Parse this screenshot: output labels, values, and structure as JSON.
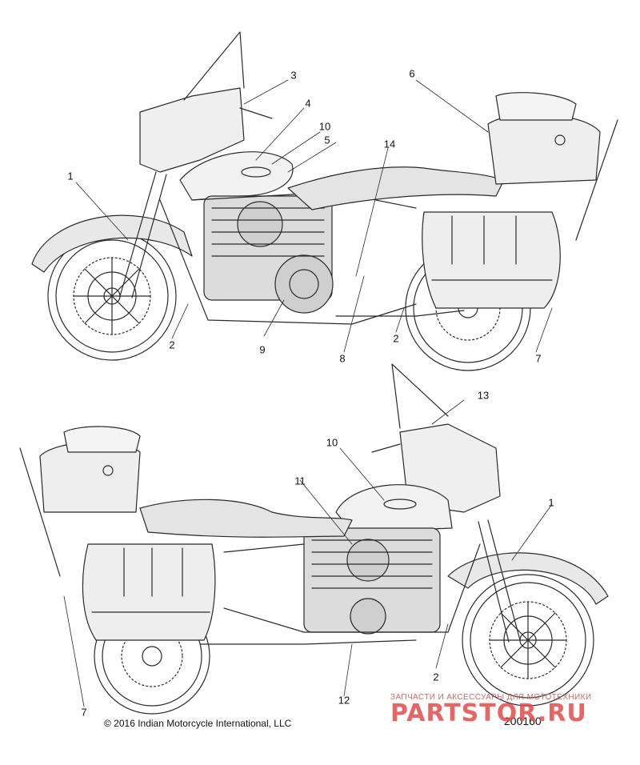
{
  "callouts": {
    "upper": {
      "c1": "1",
      "c2a": "2",
      "c2b": "2",
      "c3": "3",
      "c4": "4",
      "c5": "5",
      "c6": "6",
      "c7": "7",
      "c8": "8",
      "c9": "9",
      "c10": "10",
      "c14": "14"
    },
    "lower": {
      "c1": "1",
      "c2": "2",
      "c7": "7",
      "c10": "10",
      "c11": "11",
      "c12": "12",
      "c13": "13"
    }
  },
  "copyright": "© 2016 Indian Motorcycle International, LLC",
  "diagram_id": "200160",
  "watermark": {
    "tagline": "ЗАПЧАСТИ И АКСЕССУАРЫ ДЛЯ МОТОТЕХНИКИ",
    "brand": "PARTSTOR.RU"
  },
  "colors": {
    "line": "#2a2a2a",
    "shade": "#d6d6d6",
    "watermark": "#e34b4b"
  }
}
